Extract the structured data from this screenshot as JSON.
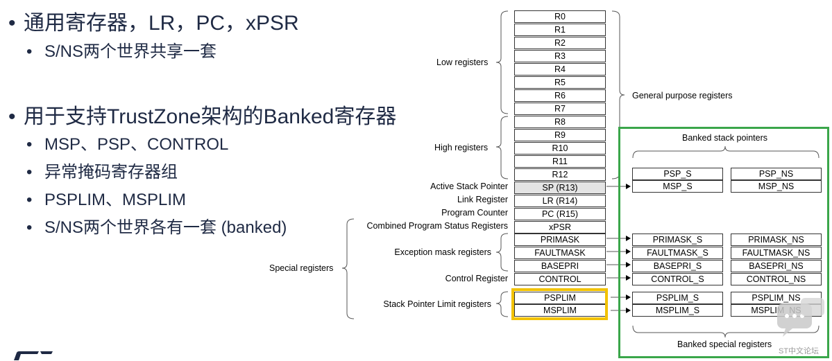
{
  "bullets": {
    "b1": "通用寄存器，LR，PC，xPSR",
    "b1_1": "S/NS两个世界共享一套",
    "b2": "用于支持TrustZone架构的Banked寄存器",
    "b2_1": "MSP、PSP、CONTROL",
    "b2_2": "异常掩码寄存器组",
    "b2_3": "PSPLIM、MSPLIM",
    "b2_4": "S/NS两个世界各有一套 (banked)"
  },
  "registers": [
    "R0",
    "R1",
    "R2",
    "R3",
    "R4",
    "R5",
    "R6",
    "R7",
    "R8",
    "R9",
    "R10",
    "R11",
    "R12",
    "SP (R13)",
    "LR (R14)",
    "PC (R15)",
    "xPSR",
    "PRIMASK",
    "FAULTMASK",
    "BASEPRI",
    "CONTROL"
  ],
  "limit_registers": [
    "PSPLIM",
    "MSPLIM"
  ],
  "labels": {
    "low": "Low registers",
    "high": "High registers",
    "gp": "General purpose registers",
    "asp": "Active Stack Pointer",
    "lr": "Link Register",
    "pc": "Program Counter",
    "cpsr": "Combined Program Status Registers",
    "exc": "Exception mask registers",
    "ctrl": "Control Register",
    "splim": "Stack Pointer Limit registers",
    "special": "Special registers",
    "banked_sp": "Banked stack pointers",
    "banked_special": "Banked special registers"
  },
  "banked_sp": [
    [
      "PSP_S",
      "PSP_NS"
    ],
    [
      "MSP_S",
      "MSP_NS"
    ]
  ],
  "banked_mask": [
    [
      "PRIMASK_S",
      "PRIMASK_NS"
    ],
    [
      "FAULTMASK_S",
      "FAULTMASK_NS"
    ],
    [
      "BASEPRI_S",
      "BASEPRI_NS"
    ],
    [
      "CONTROL_S",
      "CONTROL_NS"
    ]
  ],
  "banked_lim": [
    [
      "PSPLIM_S",
      "PSPLIM_NS"
    ],
    [
      "MSPLIM_S",
      "MSPLIM_NS"
    ]
  ],
  "watermark": "ST中文论坛",
  "colors": {
    "green": "#3aa64a",
    "yellow": "#f2c200",
    "text": "#1f2a44"
  }
}
